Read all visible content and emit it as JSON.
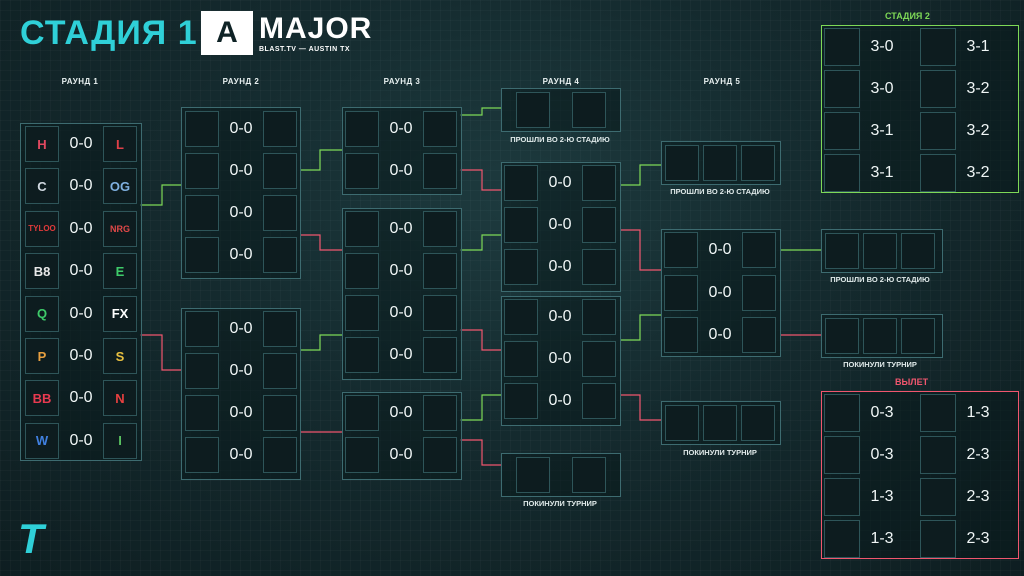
{
  "header": {
    "title": "СТАДИЯ 1",
    "logo_mark": "A",
    "logo_big": "MAJOR",
    "logo_small": "BLAST.TV — AUSTIN TX"
  },
  "rounds": [
    "РАУНД 1",
    "РАУНД 2",
    "РАУНД 3",
    "РАУНД 4",
    "РАУНД 5"
  ],
  "round1": [
    {
      "left": "H",
      "right": "L",
      "score": "0-0",
      "lc": "#e04860",
      "rc": "#e04048"
    },
    {
      "left": "C",
      "right": "OG",
      "score": "0-0",
      "lc": "#d0d8e0",
      "rc": "#7fb0e0"
    },
    {
      "left": "TYLOO",
      "right": "NRG",
      "score": "0-0",
      "lc": "#e03a3a",
      "rc": "#e04848"
    },
    {
      "left": "B8",
      "right": "E",
      "score": "0-0",
      "lc": "#e8e8e8",
      "rc": "#3ecb6a"
    },
    {
      "left": "Q",
      "right": "FX",
      "score": "0-0",
      "lc": "#3ecb6a",
      "rc": "#ffffff"
    },
    {
      "left": "P",
      "right": "S",
      "score": "0-0",
      "lc": "#e8a040",
      "rc": "#e8c040"
    },
    {
      "left": "BB",
      "right": "N",
      "score": "0-0",
      "lc": "#e83a50",
      "rc": "#e84040"
    },
    {
      "left": "W",
      "right": "I",
      "score": "0-0",
      "lc": "#4080e0",
      "rc": "#58c060"
    }
  ],
  "round2": [
    "0-0",
    "0-0",
    "0-0",
    "0-0",
    "0-0",
    "0-0",
    "0-0",
    "0-0"
  ],
  "round3": [
    "0-0",
    "0-0",
    "0-0",
    "0-0",
    "0-0",
    "0-0",
    "0-0",
    "0-0"
  ],
  "round4": [
    "0-0",
    "0-0",
    "0-0",
    "0-0",
    "0-0",
    "0-0"
  ],
  "round5": [
    "0-0",
    "0-0",
    "0-0"
  ],
  "captions": {
    "r4_top": "ПРОШЛИ ВО 2-Ю СТАДИЮ",
    "r4_bottom": "ПОКИНУЛИ ТУРНИР",
    "r5_top": "ПРОШЛИ ВО 2-Ю СТАДИЮ",
    "r5_bottom": "ПОКИНУЛИ ТУРНИР",
    "final_top": "ПРОШЛИ ВО 2-Ю СТАДИЮ",
    "final_bottom": "ПОКИНУЛИ ТУРНИР"
  },
  "stage2": {
    "title": "СТАДИЯ 2",
    "cells": [
      "3-0",
      "3-1",
      "3-0",
      "3-2",
      "3-1",
      "3-2",
      "3-1",
      "3-2"
    ]
  },
  "eliminated": {
    "title": "ВЫЛЕТ",
    "cells": [
      "0-3",
      "1-3",
      "0-3",
      "2-3",
      "1-3",
      "2-3",
      "1-3",
      "2-3"
    ]
  },
  "colors": {
    "accent": "#2fd0d8",
    "win": "#7ed957",
    "loss": "#f0566e",
    "border": "#3d6b70"
  },
  "brand_logo": "T"
}
